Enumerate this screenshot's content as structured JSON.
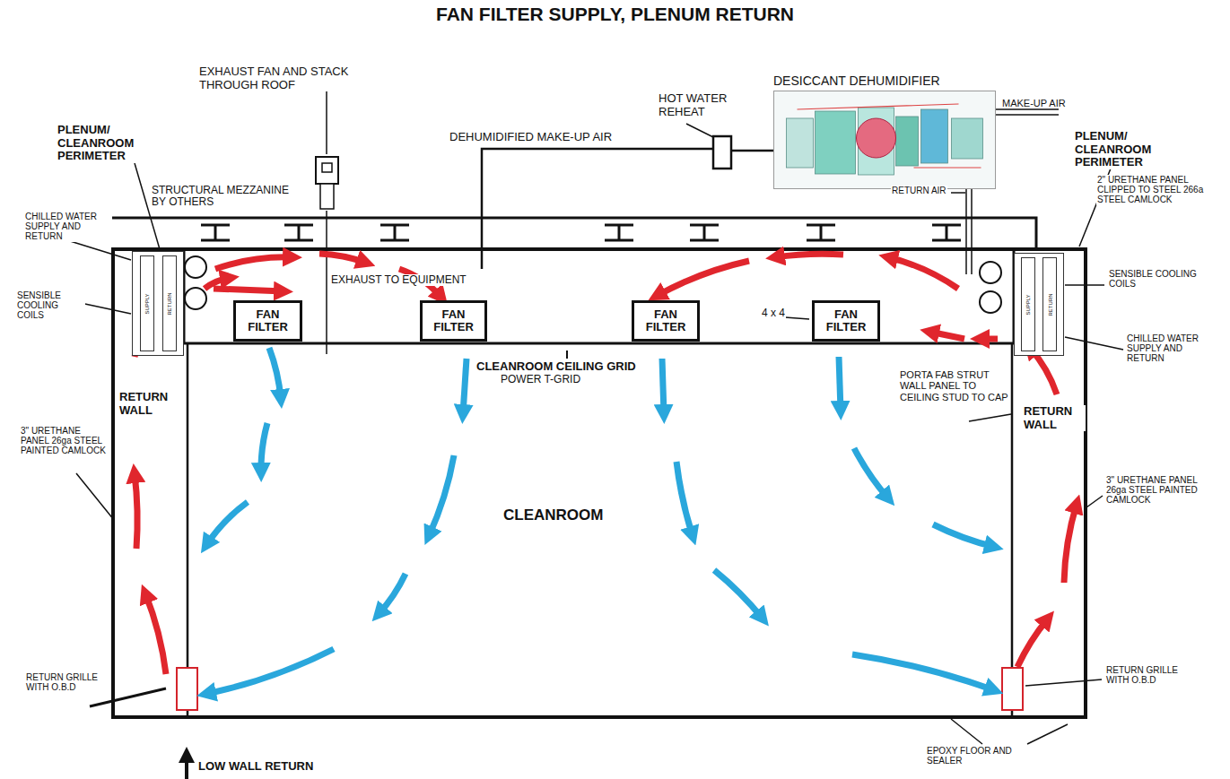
{
  "diagram": {
    "title": "FAN FILTER SUPPLY, PLENUM RETURN",
    "nodes": [
      {
        "text": [
          "DESICCANT DEHUMIDIFIER"
        ]
      },
      {
        "text": [
          "SUPPLY",
          "RETURN"
        ]
      },
      {
        "text": [
          "FAN FILTER"
        ]
      },
      {
        "text": [
          "FAN FILTER"
        ]
      },
      {
        "text": [
          "FAN FILTER"
        ]
      },
      {
        "text": [
          "FAN FILTER"
        ]
      },
      {
        "text": [
          "SUPPLY",
          "RETURN"
        ]
      }
    ],
    "labels": [
      "EXHAUST FAN AND STACK THROUGH ROOF",
      "HOT WATER REHEAT",
      "DEHUMIDIFIED MAKE-UP AIR",
      "MAKE-UP AIR",
      "RETURN AIR",
      "PLENUM/ CLEANROOM PERIMETER",
      "STRUCTURAL MEZZANINE BY OTHERS",
      "CHILLED WATER SUPPLY AND RETURN",
      "SENSIBLE COOLING COILS",
      "EXHAUST TO EQUIPMENT",
      "4 x 4",
      "CLEANROOM CEILING GRID",
      "POWER T-GRID",
      "CLEANROOM",
      "PORTA FAB STRUT WALL PANEL TO CEILING STUD TO CAP",
      "RETURN WALL",
      "3\" URETHANE PANEL 26ga STEEL PAINTED CAMLOCK",
      "RETURN GRILLE WITH O.B.D",
      "LOW WALL RETURN",
      "PLENUM/ CLEANROOM PERIMETER",
      "2\" URETHANE PANEL CLIPPED TO STEEL 266a STEEL CAMLOCK",
      "SENSIBLE COOLING COILS",
      "CHILLED WATER SUPPLY AND RETURN",
      "RETURN WALL",
      "3\" URETHANE PANEL 26ga STEEL PAINTED CAMLOCK",
      "RETURN GRILLE WITH O.B.D",
      "EPOXY FLOOR AND SEALER"
    ]
  }
}
